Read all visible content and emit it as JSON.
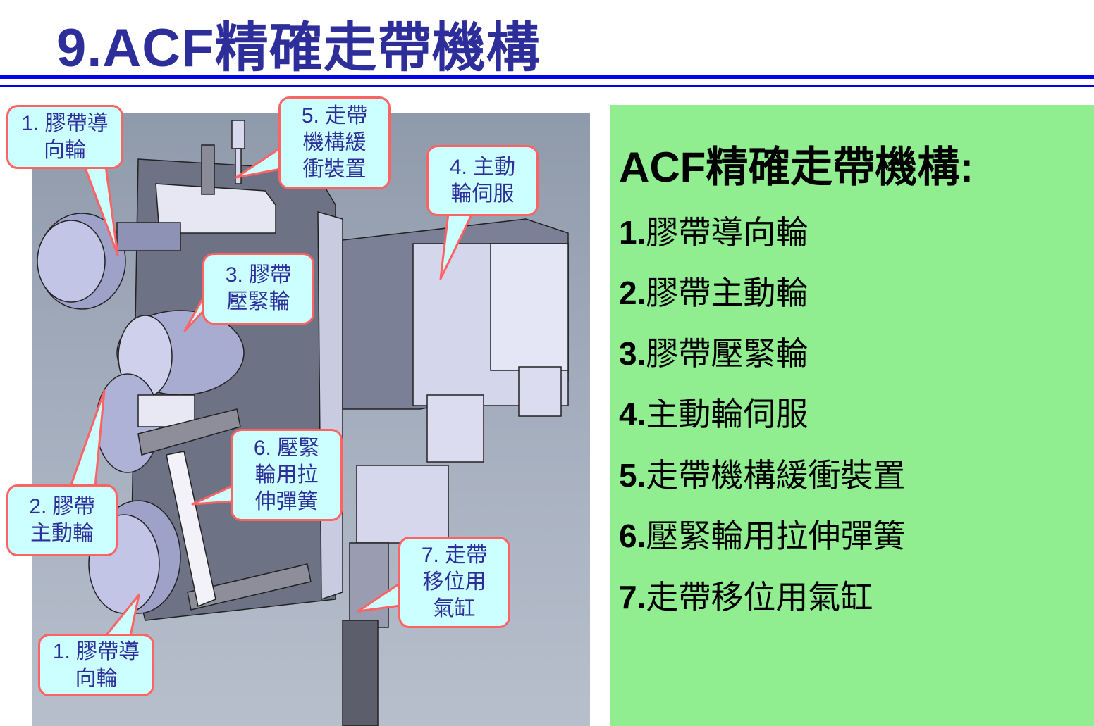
{
  "title": "9.ACF精確走帶機構",
  "callouts": [
    {
      "id": "1a",
      "text": "1. 膠帶導\n向輪"
    },
    {
      "id": "5",
      "text": "5. 走帶\n機構緩\n衝裝置"
    },
    {
      "id": "4",
      "text": "4. 主動\n輪伺服"
    },
    {
      "id": "3",
      "text": "3. 膠帶\n壓緊輪"
    },
    {
      "id": "2",
      "text": "2. 膠帶\n主動輪"
    },
    {
      "id": "6",
      "text": "6. 壓緊\n輪用拉\n伸彈簧"
    },
    {
      "id": "7",
      "text": "7. 走帶\n移位用\n氣缸"
    },
    {
      "id": "1b",
      "text": "1. 膠帶導\n向輪"
    }
  ],
  "panel": {
    "heading": "ACF精確走帶機構:",
    "items": [
      {
        "num": "1.",
        "label": "膠帶導向輪"
      },
      {
        "num": "2.",
        "label": "膠帶主動輪"
      },
      {
        "num": "3.",
        "label": "膠帶壓緊輪"
      },
      {
        "num": "4.",
        "label": "主動輪伺服"
      },
      {
        "num": "5.",
        "label": "走帶機構緩衝裝置"
      },
      {
        "num": "6.",
        "label": "壓緊輪用拉伸彈簧"
      },
      {
        "num": "7.",
        "label": "走帶移位用氣缸"
      }
    ]
  },
  "colors": {
    "title": "#2e2e9a",
    "rule": "#0000ee",
    "callout_fill": "#ccffff",
    "callout_border": "#ff6262",
    "panel": "#90ee90"
  }
}
